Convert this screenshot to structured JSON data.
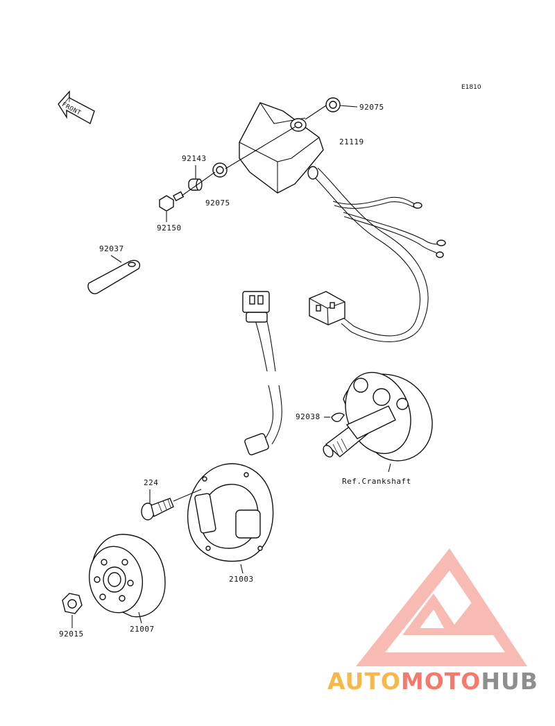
{
  "diagram": {
    "code": "E1810",
    "front_label": "FRONT",
    "reference_label": "Ref.Crankshaft",
    "parts": [
      {
        "id": "cdi-unit",
        "number": "21119"
      },
      {
        "id": "grommet-top",
        "number": "92075"
      },
      {
        "id": "grommet-bottom",
        "number": "92075"
      },
      {
        "id": "collar",
        "number": "92143"
      },
      {
        "id": "bolt",
        "number": "92150"
      },
      {
        "id": "band",
        "number": "92037"
      },
      {
        "id": "key",
        "number": "92038"
      },
      {
        "id": "screw",
        "number": "224"
      },
      {
        "id": "stator",
        "number": "21003"
      },
      {
        "id": "rotor",
        "number": "21007"
      },
      {
        "id": "nut",
        "number": "92015"
      }
    ]
  },
  "watermark": {
    "part1": "AUTO",
    "part2": "MOTO",
    "part3": "HUB",
    "colors": {
      "auto": "#f6b84a",
      "moto": "#f37a6c",
      "hub": "#8e8e8e",
      "triangle": "#f4a69c"
    }
  }
}
